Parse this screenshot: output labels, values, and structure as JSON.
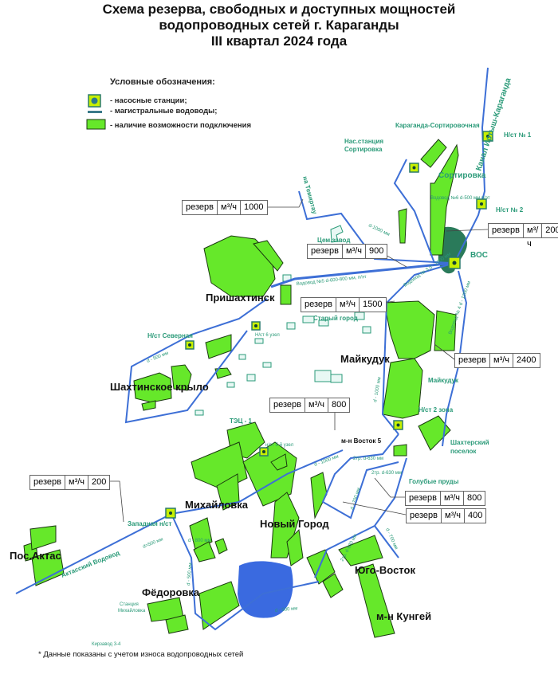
{
  "title": {
    "line1": "Схема резерва, свободных  и доступных мощностей",
    "line2": "водопроводных сетей г. Караганды",
    "line3": "III квартал 2024 года"
  },
  "legend": {
    "heading": "Условные обозначения:",
    "pump": "- насосные станции;",
    "mains": "- магистральные водоводы;",
    "connect": "- наличие возможности подключения",
    "colors": {
      "zone": "#66e82a",
      "pipe": "#3d6fd6",
      "station": "#c8f000"
    }
  },
  "reserves": [
    {
      "label": "резерв",
      "unit": "м³/ч",
      "value": "1000"
    },
    {
      "label": "резерв",
      "unit": "м³/ч",
      "value": "200"
    },
    {
      "label": "резерв",
      "unit": "м³/ч",
      "value": "900"
    },
    {
      "label": "резерв",
      "unit": "м³/ч",
      "value": "1500"
    },
    {
      "label": "резерв",
      "unit": "м³/ч",
      "value": "2400"
    },
    {
      "label": "резерв",
      "unit": "м³/ч",
      "value": "800"
    },
    {
      "label": "резерв",
      "unit": "м³/ч",
      "value": "200"
    },
    {
      "label": "резерв",
      "unit": "м³/ч",
      "value": "800"
    },
    {
      "label": "резерв",
      "unit": "м³/ч",
      "value": "400"
    }
  ],
  "districts": {
    "prishakhtinsk": "Пришахтинск",
    "shakhtinskoe": "Шахтинское крыло",
    "maikuduk": "Майкудук",
    "mikhailovka": "Михайловка",
    "novy_gorod": "Новый Город",
    "yugo_vostok": "Юго-Восток",
    "kungei": "м-н Кунгей",
    "fedorovka": "Фёдоровка",
    "aktas": "Пос.Актас"
  },
  "places": {
    "kar_sort": "Караганда-Сортировочная",
    "nas_sort1": "Нас.станция",
    "nas_sort2": "Сортировка",
    "sortirovka": "Сортировка",
    "kanal": "Канал Иртыш-Караганда",
    "nst1": "Н/ст № 1",
    "nst2": "Н/ст № 2",
    "vos": "ВОС",
    "temirtau": "на Темиртау",
    "cem": "Цем.завод",
    "stary": "Старый город",
    "nst_sev": "Н/ст Северная",
    "nst6": "Н/ст 6 узел",
    "maikuduk_s": "Майкудук",
    "nst2zona": "Н/ст 2 зона",
    "shakh_pos1": "Шахтерский",
    "shakh_pos2": "поселок",
    "vostok5": "м-н Восток 5",
    "golub": "Голубые пруды",
    "tets": "ТЭЦ - 1",
    "nst5": "н/ст 5-й узел",
    "zap": "Западная н/ст",
    "aktas_vod": "Актасский Водовод",
    "st_mikh1": "Станция",
    "st_mikh2": "Михайловка",
    "kirz": "Кирзавод 3-4"
  },
  "pipes": {
    "d1000a": "d-1000 мм",
    "vod5": "Водовод №5 d-600-800 мм, п/эт",
    "vod6": "Водовод №6 d-500 мм п/эт",
    "vod3": "Водовод № 3 d - 1000 мм",
    "vod4": "Водовод № 4 d - 1200 мм",
    "d500a": "d - 500 мм",
    "d1000b": "d - 1000 мм",
    "d1000c": "d - 1000 мм",
    "tr630a": "2тр. d-630 мм",
    "tr630b": "2тр. d-630 мм",
    "d700a": "d - 700 мм",
    "d800": "d - 800 мм",
    "d500b": "d - 500 мм",
    "d500c": "d=500 мм",
    "tr630c": "2тр. d-630 мм",
    "d700b": "d - 700 мм",
    "d500d": "d - 500 мм"
  },
  "footnote": "* Данные показаны с учетом износа водопроводных сетей"
}
